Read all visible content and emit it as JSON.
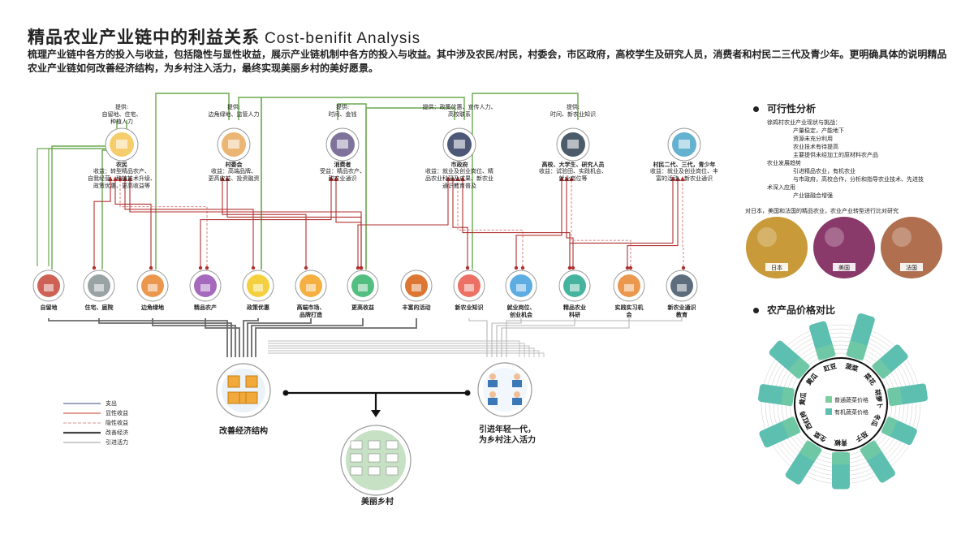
{
  "title": {
    "cn": "精品农业产业链中的利益关系",
    "en": "Cost-benifit Analysis"
  },
  "intro": "梳理产业链中各方的投入与收益，包括隐性与显性收益，展示产业链机制中各方的投入与收益。其中涉及农民/村民，村委会，市区政府，高校学生及研究人员，消费者和村民二三代及青少年。更明确具体的说明精品农业产业链如何改善经济结构，为乡村注入活力，最终实现美丽乡村的美好愿景。",
  "stakeholders": [
    {
      "provide": "提供:\n自留地、住宅、\n种植人力",
      "name": "农民",
      "benefit": "收益：转型精品农产、\n自我经营、种植技术升级、\n政策优惠、更高收益等"
    },
    {
      "provide": "提供:\n边角绿地、监管人力",
      "name": "村委会",
      "benefit": "收益：高端品牌、\n更高收益、投资融资"
    },
    {
      "provide": "提供:\n时间、金钱",
      "name": "消费者",
      "benefit": "受益：精品农产、\n耕农业通识"
    },
    {
      "provide": "提供：政策优惠、宣传人力、\n高校联系",
      "name": "市政府",
      "benefit": "收益：就业及创业岗位、精\n品农业科研及成果、新农业\n通识教育普及"
    },
    {
      "provide": "提供:\n时间、新农业知识",
      "name": "高校、大学生、研究人员",
      "benefit": "收益：试验田、实践机会、\n就业岗位等"
    },
    {
      "provide": "",
      "name": "村民二代、三代，青少年",
      "benefit": "收益：就业及创业岗位、丰\n富的活动、新农业通识"
    }
  ],
  "resources": [
    {
      "label": "自留地"
    },
    {
      "label": "住宅、庭院"
    },
    {
      "label": "边角绿地"
    },
    {
      "label": "精品农产"
    },
    {
      "label": "政策优惠"
    },
    {
      "label": "高端市场、\n品牌打造"
    },
    {
      "label": "更高收益"
    },
    {
      "label": "丰富的活动"
    },
    {
      "label": "新农业知识"
    },
    {
      "label": "就业岗位、\n创业机会"
    },
    {
      "label": "精品农业\n科研"
    },
    {
      "label": "实践实习机\n会"
    },
    {
      "label": "新农业通识\n教育"
    }
  ],
  "outcomes": {
    "economy": "改善经济结构",
    "youth": "引进年轻一代，\n为乡村注入活力",
    "village": "美丽乡村"
  },
  "legend": [
    {
      "label": "支出",
      "color": "#3a4a8a"
    },
    {
      "label": "显性收益",
      "color": "#c0392b"
    },
    {
      "label": "隐性收益",
      "color": "#d98c8c"
    },
    {
      "label": "改善经济",
      "color": "#444444"
    },
    {
      "label": "引进活力",
      "color": "#9a9a9a"
    }
  ],
  "feasibility": {
    "heading": "可行性分析",
    "lines": [
      "徐鸪村农业产业现状与挑战：",
      "产量稳定，产能地下",
      "资源未充分利用",
      "农业技术有待提高",
      "主要提供未经加工的原材料农产品",
      "农业发展趋势",
      "引进精品农业，有机农业",
      "与市政府，高校合作，分析和指导农业技术、先进技",
      "术深入应用",
      "产业链融合增强"
    ],
    "compare": "对日本，美国和法国的精品农业，农业产业转型进行比对研究",
    "countries": [
      "日本",
      "美国",
      "法国"
    ]
  },
  "price": {
    "heading": "农产品价格对比",
    "legend": [
      "普通蔬菜价格",
      "有机蔬菜价格"
    ],
    "vegetables": [
      "菠菜",
      "菜花",
      "胡萝卜",
      "冬瓜",
      "茄子",
      "青椒",
      "生菜",
      "西红柿",
      "黄瓜",
      "黄瓜",
      "豇豆"
    ],
    "values": [
      0.85,
      0.6,
      0.7,
      0.55,
      0.75,
      0.65,
      0.8,
      0.7,
      0.6,
      0.75,
      0.65
    ]
  },
  "colors": {
    "green": "#6aa84f",
    "red": "#b03030",
    "pink": "#d98c8c",
    "teal": "#5dbfb0",
    "dark": "#444444"
  }
}
